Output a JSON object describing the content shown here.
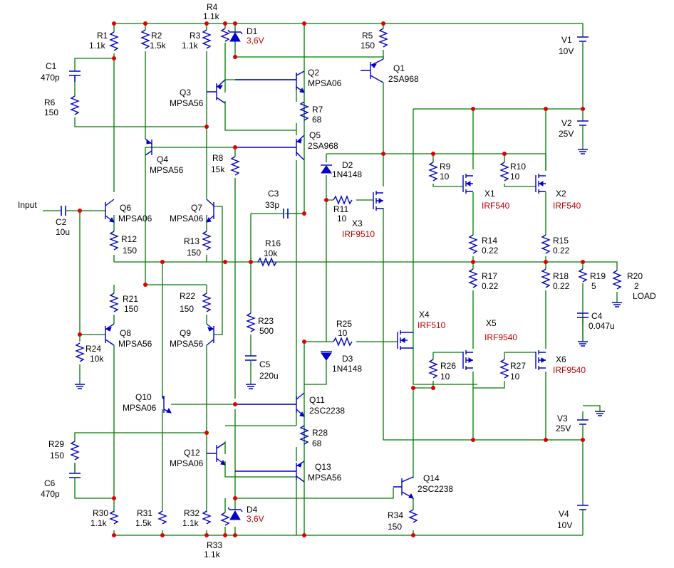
{
  "input_label": "Input",
  "load_label": "LOAD",
  "components": {
    "R1": {
      "name": "R1",
      "value": "1.1k"
    },
    "R2": {
      "name": "R2",
      "value": "1.5k"
    },
    "R3": {
      "name": "R3",
      "value": "1.1k"
    },
    "R4": {
      "name": "R4",
      "value": "1.1k"
    },
    "R5": {
      "name": "R5",
      "value": "150"
    },
    "R6": {
      "name": "R6",
      "value": "150"
    },
    "R7": {
      "name": "R7",
      "value": "68"
    },
    "R8": {
      "name": "R8",
      "value": "15k"
    },
    "R9": {
      "name": "R9",
      "value": "10"
    },
    "R10": {
      "name": "R10",
      "value": "10"
    },
    "R11": {
      "name": "R11",
      "value": "10"
    },
    "R12": {
      "name": "R12",
      "value": "150"
    },
    "R13": {
      "name": "R13",
      "value": "150"
    },
    "R14": {
      "name": "R14",
      "value": "0.22"
    },
    "R15": {
      "name": "R15",
      "value": "0.22"
    },
    "R16": {
      "name": "R16",
      "value": "10k"
    },
    "R17": {
      "name": "R17",
      "value": "0.22"
    },
    "R18": {
      "name": "R18",
      "value": "0.22"
    },
    "R19": {
      "name": "R19",
      "value": "5"
    },
    "R20": {
      "name": "R20",
      "value": "2"
    },
    "R21": {
      "name": "R21",
      "value": "150"
    },
    "R22": {
      "name": "R22",
      "value": "150"
    },
    "R23": {
      "name": "R23",
      "value": "500"
    },
    "R24": {
      "name": "R24",
      "value": "10k"
    },
    "R25": {
      "name": "R25",
      "value": "10"
    },
    "R26": {
      "name": "R26",
      "value": "10"
    },
    "R27": {
      "name": "R27",
      "value": "10"
    },
    "R28": {
      "name": "R28",
      "value": "68"
    },
    "R29": {
      "name": "R29",
      "value": "150"
    },
    "R30": {
      "name": "R30",
      "value": "1.1k"
    },
    "R31": {
      "name": "R31",
      "value": "1.5k"
    },
    "R32": {
      "name": "R32",
      "value": "1.1k"
    },
    "R33": {
      "name": "R33",
      "value": "1.1k"
    },
    "R34": {
      "name": "R34",
      "value": "150"
    },
    "C1": {
      "name": "C1",
      "value": "470p"
    },
    "C2": {
      "name": "C2",
      "value": "10u"
    },
    "C3": {
      "name": "C3",
      "value": "33p"
    },
    "C4": {
      "name": "C4",
      "value": "0.047u"
    },
    "C5": {
      "name": "C5",
      "value": "220u"
    },
    "C6": {
      "name": "C6",
      "value": "470p"
    },
    "D1": {
      "name": "D1",
      "value": "3,6V"
    },
    "D2": {
      "name": "D2",
      "value": "1N4148"
    },
    "D3": {
      "name": "D3",
      "value": "1N4148"
    },
    "D4": {
      "name": "D4",
      "value": "3,6V"
    },
    "Q1": {
      "name": "Q1",
      "value": "2SA968"
    },
    "Q2": {
      "name": "Q2",
      "value": "MPSA06"
    },
    "Q3": {
      "name": "Q3",
      "value": "MPSA56"
    },
    "Q4": {
      "name": "Q4",
      "value": "MPSA56"
    },
    "Q5": {
      "name": "Q5",
      "value": "2SA968"
    },
    "Q6": {
      "name": "Q6",
      "value": "MPSA06"
    },
    "Q7": {
      "name": "Q7",
      "value": "MPSA06"
    },
    "Q8": {
      "name": "Q8",
      "value": "MPSA56"
    },
    "Q9": {
      "name": "Q9",
      "value": "MPSA56"
    },
    "Q10": {
      "name": "Q10",
      "value": "MPSA06"
    },
    "Q11": {
      "name": "Q11",
      "value": "2SC2238"
    },
    "Q12": {
      "name": "Q12",
      "value": "MPSA06"
    },
    "Q13": {
      "name": "Q13",
      "value": "MPSA56"
    },
    "Q14": {
      "name": "Q14",
      "value": "2SC2238"
    },
    "X1": {
      "name": "X1",
      "value": "IRF540"
    },
    "X2": {
      "name": "X2",
      "value": "IRF540"
    },
    "X3": {
      "name": "X3",
      "value": "IRF9510"
    },
    "X4": {
      "name": "X4",
      "value": "IRF510"
    },
    "X5": {
      "name": "X5",
      "value": "IRF9540"
    },
    "X6": {
      "name": "X6",
      "value": "IRF9540"
    },
    "V1": {
      "name": "V1",
      "value": "10V"
    },
    "V2": {
      "name": "V2",
      "value": "25V"
    },
    "V3": {
      "name": "V3",
      "value": "25V"
    },
    "V4": {
      "name": "V4",
      "value": "10V"
    }
  },
  "colors": {
    "wire": "#007a00",
    "symbol": "#0000c8",
    "node": "#e00000",
    "part_value_alt": "#c00000"
  }
}
